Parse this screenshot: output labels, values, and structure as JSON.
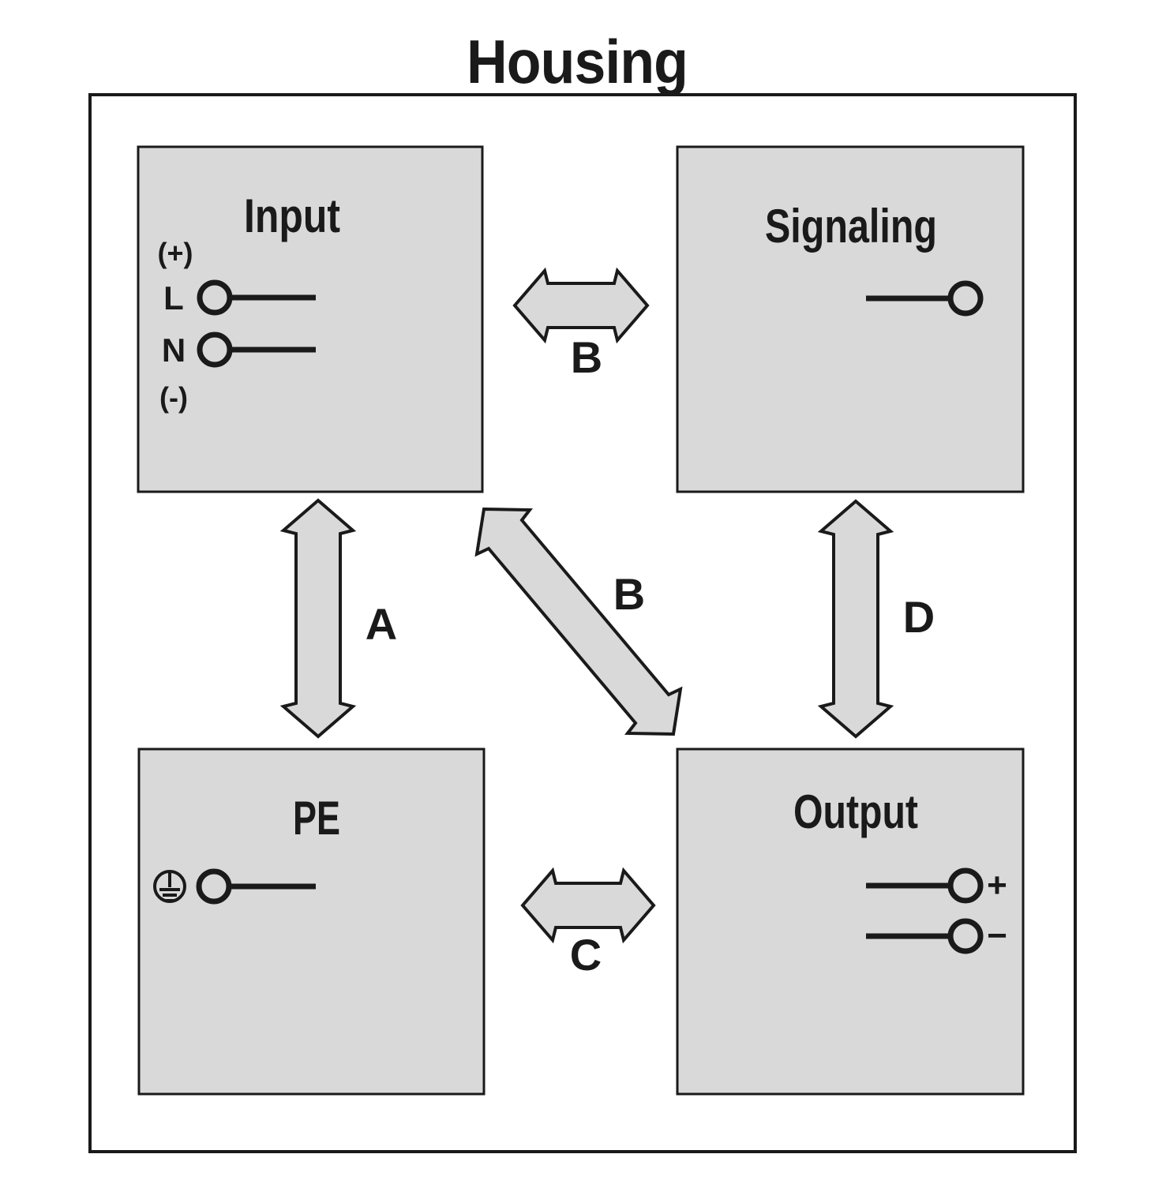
{
  "title": "Housing",
  "colors": {
    "background": "#ffffff",
    "block_fill": "#d9d9d9",
    "line": "#1a1a1a"
  },
  "blocks": {
    "input": {
      "label": "Input",
      "terminals": {
        "plus": "(+)",
        "line": "L",
        "neutral": "N",
        "minus": "(-)"
      }
    },
    "signaling": {
      "label": "Signaling"
    },
    "pe": {
      "label": "PE",
      "symbol": "protective-earth"
    },
    "output": {
      "label": "Output",
      "terminals": {
        "plus": "+",
        "minus": "−"
      }
    }
  },
  "connections": [
    {
      "label": "A",
      "between": "Input ↔ PE",
      "type": "bidirectional-arrow"
    },
    {
      "label": "B",
      "between": "Input ↔ Signaling",
      "type": "bidirectional-arrow"
    },
    {
      "label": "B",
      "between": "Input ↔ Output",
      "type": "bidirectional-arrow"
    },
    {
      "label": "C",
      "between": "PE ↔ Output",
      "type": "bidirectional-arrow"
    },
    {
      "label": "D",
      "between": "Signaling ↔ Output",
      "type": "bidirectional-arrow"
    }
  ]
}
